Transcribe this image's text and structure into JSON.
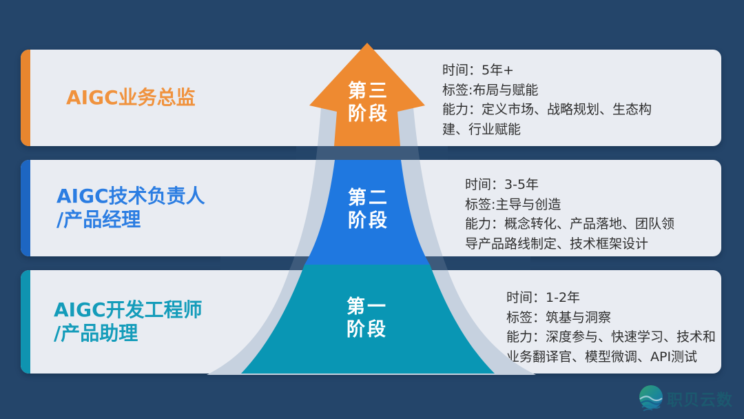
{
  "colors": {
    "background": "#24456a",
    "card_background": "#e9ecf2",
    "stage3_orange": "#ee8a31",
    "stage2_blue": "#1f78e0",
    "stage1_teal": "#0996b4",
    "flare_gray": "#c6d1df",
    "details_text": "#2e2e2e"
  },
  "stages": [
    {
      "name": "stage-3",
      "accent_color": "#ee8a31",
      "arrow_label": {
        "line1": "第三",
        "line2": "阶段"
      },
      "title": {
        "line1": "AIGC业务总监",
        "line2": ""
      },
      "details": {
        "l1": "时间：5年+",
        "l2": "标签:布局与赋能",
        "l3": "能力：定义市场、战略规划、生态构",
        "l4": "建、行业赋能"
      }
    },
    {
      "name": "stage-2",
      "accent_color": "#1f78e0",
      "arrow_label": {
        "line1": "第二",
        "line2": "阶段"
      },
      "title": {
        "line1": "AIGC技术负责人",
        "line2": "/产品经理"
      },
      "details": {
        "l1": "时间：3-5年",
        "l2": "标签:主导与创造",
        "l3": "能力：概念转化、产品落地、团队领",
        "l4": "导产品路线制定、技术框架设计"
      }
    },
    {
      "name": "stage-1",
      "accent_color": "#0996b4",
      "arrow_label": {
        "line1": "第一",
        "line2": "阶段"
      },
      "title": {
        "line1": "AIGC开发工程师",
        "line2": "/产品助理"
      },
      "details": {
        "l1": "时间：1-2年",
        "l2": "标签：筑基与洞察",
        "l3": "能力：深度参与、快速学习、技术和",
        "l4": "业务翻译官、模型微调、API测试"
      }
    }
  ],
  "watermark": {
    "text": "职贝云数"
  }
}
